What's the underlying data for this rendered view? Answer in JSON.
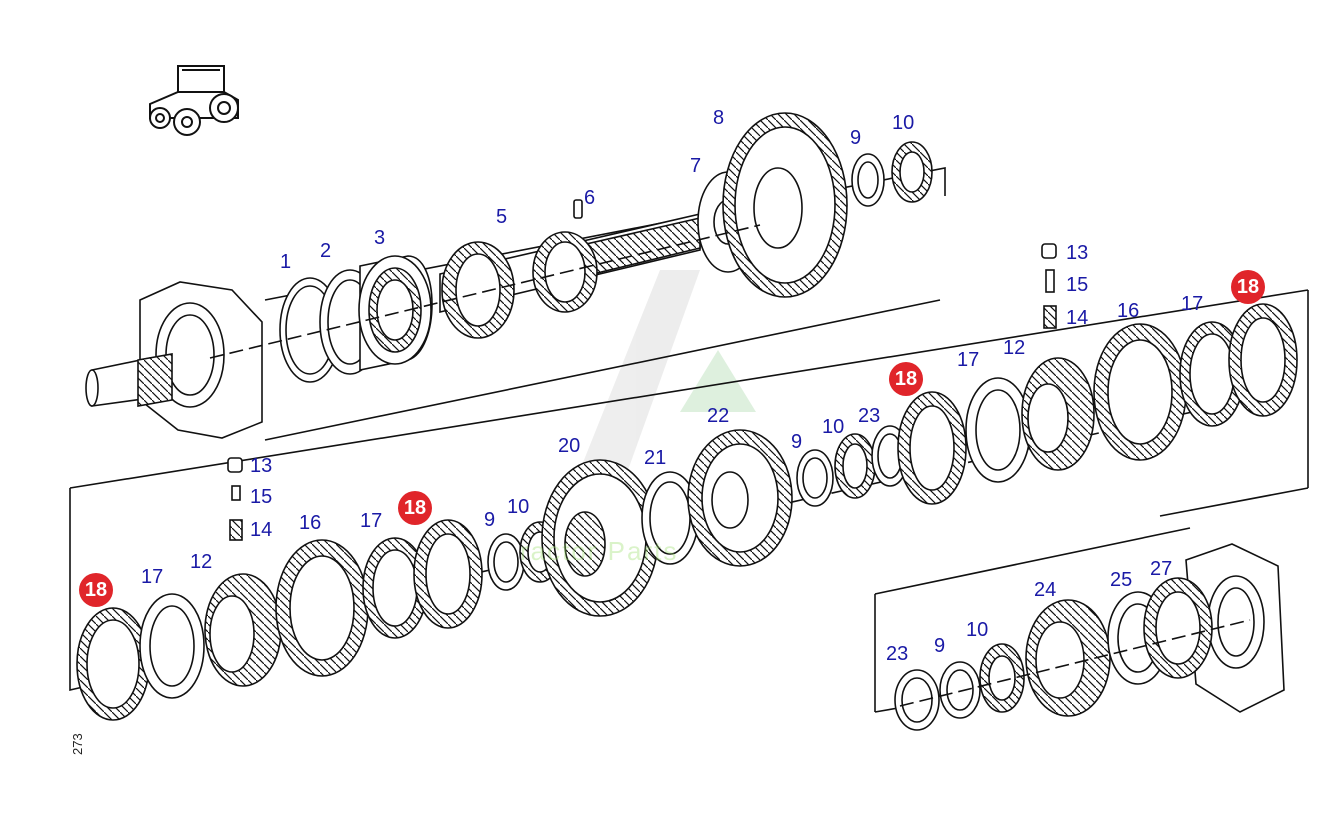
{
  "page_ref": "273",
  "watermark": "ractor Parts",
  "colors": {
    "callout": "#1a1aa6",
    "highlight": "#e0252a",
    "line": "#111111"
  },
  "callouts": [
    {
      "label": "1",
      "highlight": false
    },
    {
      "label": "2",
      "highlight": false
    },
    {
      "label": "3",
      "highlight": false
    },
    {
      "label": "5",
      "highlight": false
    },
    {
      "label": "6",
      "highlight": false
    },
    {
      "label": "7",
      "highlight": false
    },
    {
      "label": "8",
      "highlight": false
    },
    {
      "label": "9",
      "highlight": false
    },
    {
      "label": "10",
      "highlight": false
    },
    {
      "label": "13",
      "highlight": false
    },
    {
      "label": "15",
      "highlight": false
    },
    {
      "label": "14",
      "highlight": false
    },
    {
      "label": "16",
      "highlight": false
    },
    {
      "label": "17",
      "highlight": false
    },
    {
      "label": "18",
      "highlight": true
    },
    {
      "label": "12",
      "highlight": false
    },
    {
      "label": "17",
      "highlight": false
    },
    {
      "label": "18",
      "highlight": true
    },
    {
      "label": "22",
      "highlight": false
    },
    {
      "label": "9",
      "highlight": false
    },
    {
      "label": "10",
      "highlight": false
    },
    {
      "label": "23",
      "highlight": false
    },
    {
      "label": "20",
      "highlight": false
    },
    {
      "label": "21",
      "highlight": false
    },
    {
      "label": "13",
      "highlight": false
    },
    {
      "label": "15",
      "highlight": false
    },
    {
      "label": "14",
      "highlight": false
    },
    {
      "label": "16",
      "highlight": false
    },
    {
      "label": "17",
      "highlight": false
    },
    {
      "label": "18",
      "highlight": true
    },
    {
      "label": "9",
      "highlight": false
    },
    {
      "label": "10",
      "highlight": false
    },
    {
      "label": "12",
      "highlight": false
    },
    {
      "label": "17",
      "highlight": false
    },
    {
      "label": "18",
      "highlight": true
    },
    {
      "label": "24",
      "highlight": false
    },
    {
      "label": "25",
      "highlight": false
    },
    {
      "label": "27",
      "highlight": false
    },
    {
      "label": "23",
      "highlight": false
    },
    {
      "label": "9",
      "highlight": false
    },
    {
      "label": "10",
      "highlight": false
    }
  ]
}
